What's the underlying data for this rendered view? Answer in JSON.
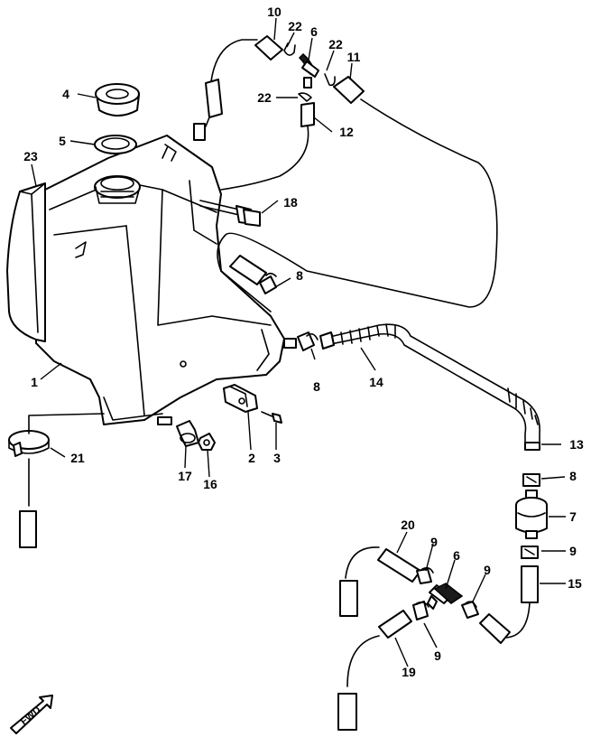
{
  "callouts": {
    "c1": "1",
    "c2": "2",
    "c3": "3",
    "c4": "4",
    "c5": "5",
    "c6a": "6",
    "c6b": "6",
    "c7": "7",
    "c8a": "8",
    "c8b": "8",
    "c8c": "8",
    "c9a": "9",
    "c9b": "9",
    "c9c": "9",
    "c9d": "9",
    "c10": "10",
    "c11": "11",
    "c12": "12",
    "c13": "13",
    "c14": "14",
    "c15": "15",
    "c16": "16",
    "c17": "17",
    "c18": "18",
    "c19": "19",
    "c20": "20",
    "c21": "21",
    "c22a": "22",
    "c22b": "22",
    "c22c": "22",
    "c23": "23"
  },
  "fwd_label": "FWD"
}
